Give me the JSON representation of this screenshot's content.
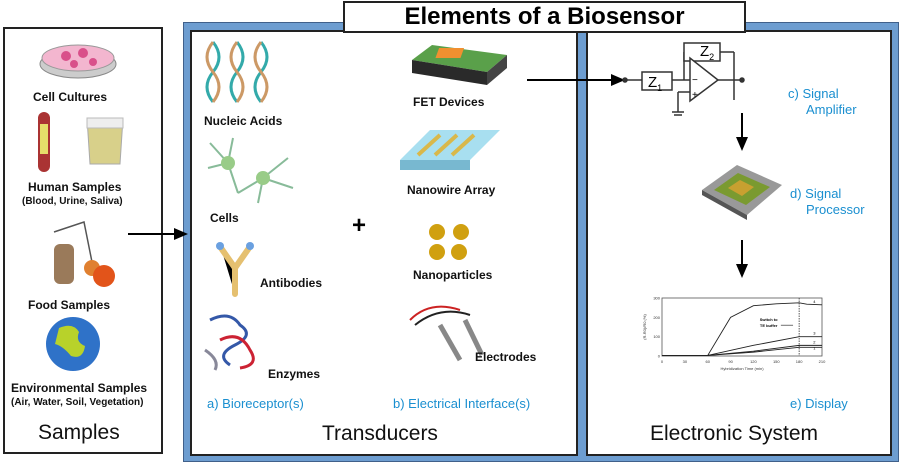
{
  "title": "Elements of a Biosensor",
  "samples": {
    "heading": "Samples",
    "items": [
      {
        "label": "Cell Cultures"
      },
      {
        "label": "Human Samples",
        "detail": "(Blood, Urine,  Saliva)"
      },
      {
        "label": "Food Samples"
      },
      {
        "label": "Environmental Samples",
        "detail": "(Air, Water,  Soil, Vegetation)"
      }
    ]
  },
  "transducers": {
    "heading": "Transducers",
    "plus": "+",
    "bioreceptor": {
      "caption": "a) Bioreceptor(s)",
      "items": [
        "Nucleic Acids",
        "Cells",
        "Antibodies",
        "Enzymes"
      ]
    },
    "interface": {
      "caption": "b) Electrical Interface(s)",
      "items": [
        "FET Devices",
        "Nanowire Array",
        "Nanoparticles",
        "Electrodes"
      ]
    }
  },
  "electronic": {
    "heading": "Electronic System",
    "amplifier": {
      "caption_line1": "c) Signal",
      "caption_line2": "Amplifier",
      "z1": "Z",
      "z1_sub": "1",
      "z2": "Z",
      "z2_sub": "2"
    },
    "processor": {
      "caption_line1": "d) Signal",
      "caption_line2": "Processor"
    },
    "display": {
      "caption": "e) Display"
    }
  },
  "chart_data": {
    "type": "line",
    "title": "",
    "xlabel": "Hybridization Time (min)",
    "ylabel": "(R-R0)/R0 (%)",
    "xlim": [
      0,
      210
    ],
    "ylim": [
      0,
      300
    ],
    "xticks": [
      0,
      30,
      60,
      90,
      120,
      150,
      180,
      210
    ],
    "yticks": [
      0,
      100,
      200,
      300
    ],
    "annotation": "Switch to TE buffer",
    "switch_x": 180,
    "series": [
      {
        "name": "1",
        "x": [
          0,
          60,
          120,
          180,
          210
        ],
        "y": [
          3,
          3,
          20,
          45,
          45
        ]
      },
      {
        "name": "2",
        "x": [
          0,
          60,
          120,
          180,
          210
        ],
        "y": [
          3,
          3,
          25,
          55,
          55
        ]
      },
      {
        "name": "3",
        "x": [
          0,
          60,
          120,
          180,
          210
        ],
        "y": [
          3,
          3,
          55,
          100,
          100
        ]
      },
      {
        "name": "4",
        "x": [
          0,
          60,
          90,
          120,
          150,
          180,
          190,
          210
        ],
        "y": [
          3,
          3,
          200,
          260,
          270,
          275,
          268,
          265
        ]
      }
    ]
  }
}
